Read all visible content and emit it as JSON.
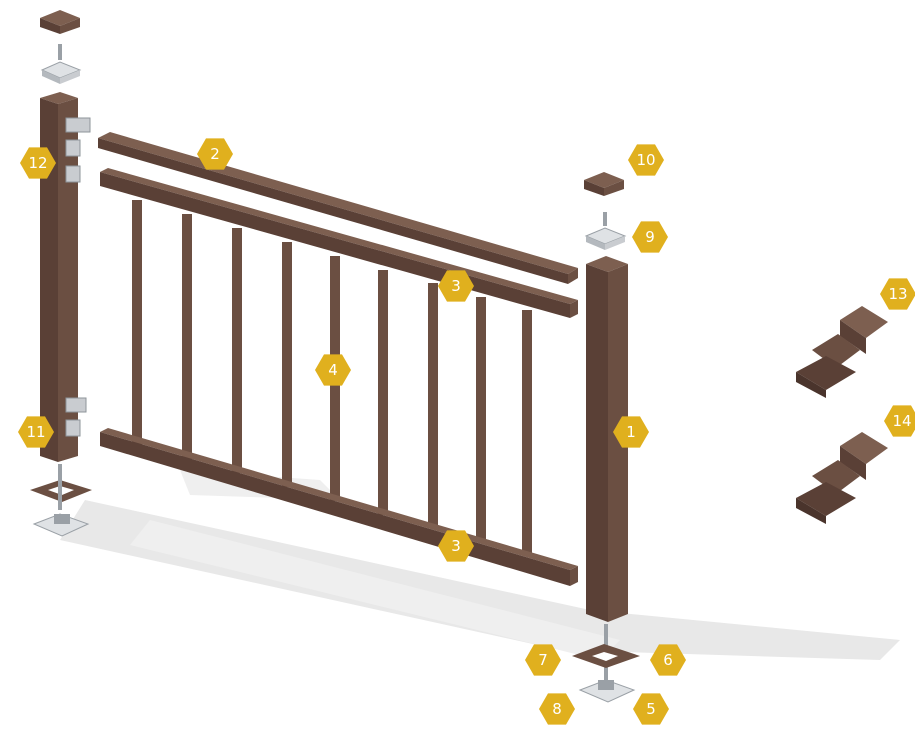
{
  "diagram": {
    "colors": {
      "composite": "#6b4f42",
      "composite_dark": "#5a4036",
      "composite_light": "#7d5f50",
      "metal": "#c9ccd0",
      "metal_dark": "#9aa0a6",
      "badge": "#e0b01e",
      "shadow": "#e6e6e6"
    },
    "labels": {
      "post_right": "1",
      "top_rail_cap": "2",
      "rail_upper": "3",
      "rail_lower": "3",
      "balusters": "4",
      "base_anchor": "5",
      "skirt_right": "6",
      "skirt_left": "7",
      "base_plate": "8",
      "cap_bracket": "9",
      "post_cap": "10",
      "bracket_lower": "11",
      "bracket_upper": "12",
      "angle_bracket_a": "13",
      "angle_bracket_b": "14"
    }
  }
}
